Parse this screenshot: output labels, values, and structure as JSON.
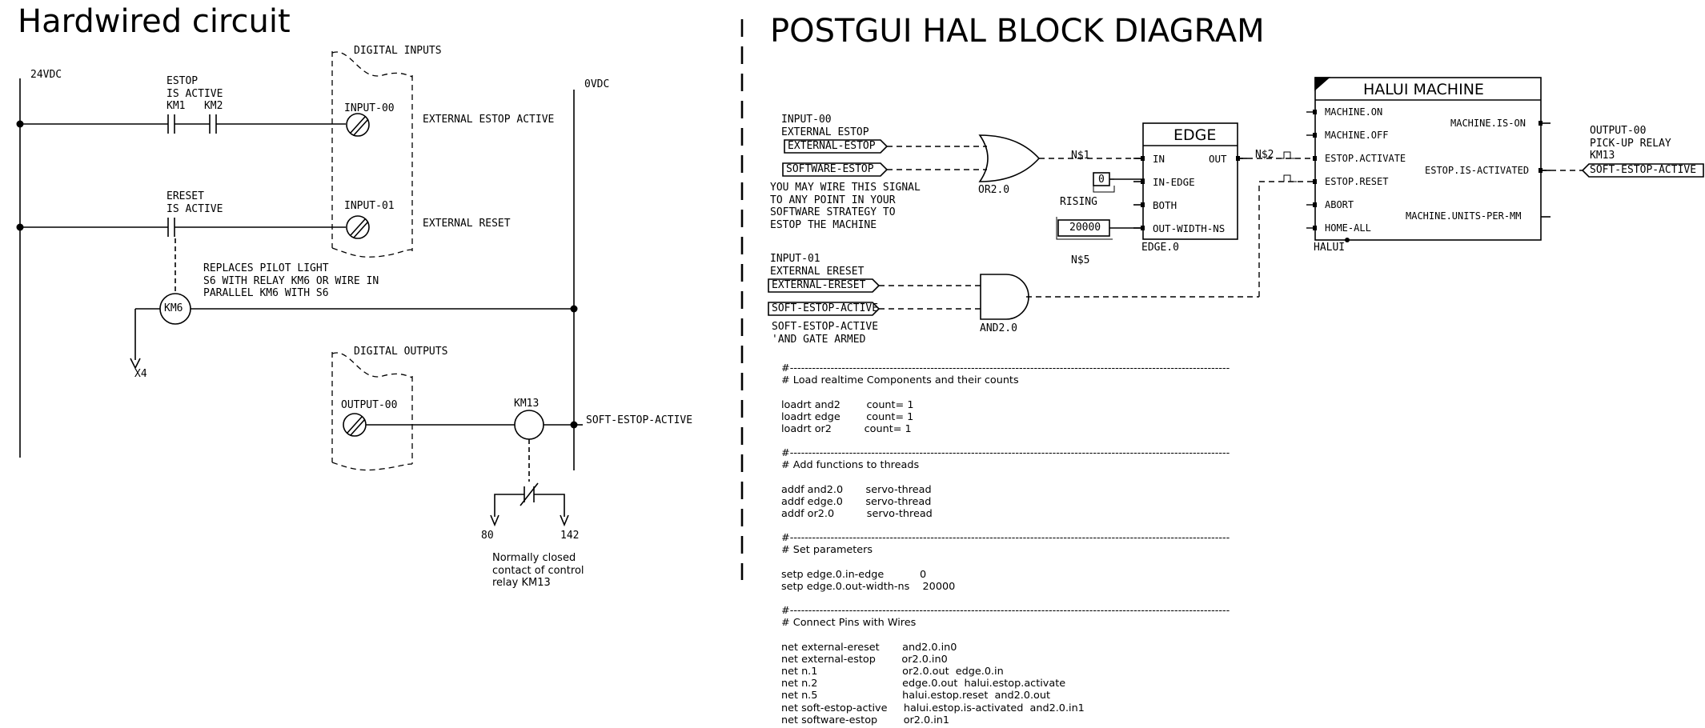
{
  "left": {
    "title": "Hardwired circuit",
    "rail_24v": "24VDC",
    "rail_0v": "0VDC",
    "estop_contact": "ESTOP\nIS ACTIVE\nKM1   KM2",
    "ereset_contact": "ERESET\nIS ACTIVE",
    "digital_inputs": "DIGITAL INPUTS",
    "input_00": "INPUT-00",
    "input_01": "INPUT-01",
    "external_estop_active": "EXTERNAL ESTOP ACTIVE",
    "external_reset": "EXTERNAL RESET",
    "replaces_note": "REPLACES PILOT LIGHT\nS6 WITH RELAY KM6 OR WIRE IN\nPARALLEL KM6 WITH S6",
    "km6": "KM6",
    "x4": "X4",
    "digital_outputs": "DIGITAL OUTPUTS",
    "output_00": "OUTPUT-00",
    "km13": "KM13",
    "soft_estop_active": "SOFT-ESTOP-ACTIVE",
    "terminal_80": "80",
    "terminal_142": "142",
    "nc_note": "Normally closed\ncontact of control\nrelay KM13"
  },
  "right": {
    "title": "POSTGUI HAL BLOCK DIAGRAM",
    "input00_label": "INPUT-00\nEXTERNAL ESTOP",
    "external_estop": "EXTERNAL-ESTOP",
    "software_estop": "SOFTWARE-ESTOP",
    "wire_note": "YOU MAY WIRE THIS SIGNAL\nTO ANY POINT IN YOUR\nSOFTWARE STRATEGY TO\nESTOP THE MACHINE",
    "or_gate": "OR2.0",
    "n1": "N$1",
    "n2": "N$2",
    "n5": "N$5",
    "in_edge_value": "0",
    "rising": "RISING",
    "out_width_value": "20000",
    "edge_title": "EDGE",
    "edge_in": "IN",
    "edge_out": "OUT",
    "edge_in_edge": "IN-EDGE",
    "edge_both": "BOTH",
    "edge_out_width": "OUT-WIDTH-NS",
    "edge_name": "EDGE.0",
    "input01_label": "INPUT-01\nEXTERNAL ERESET",
    "external_ereset": "EXTERNAL-ERESET",
    "soft_estop_active": "SOFT-ESTOP-ACTIVE",
    "and_note": "SOFT-ESTOP-ACTIVE\n'AND GATE ARMED",
    "and_gate": "AND2.0",
    "halui_title": "HALUI MACHINE",
    "halui_name": "HALUI",
    "halui_in_pins": [
      "MACHINE.ON",
      "MACHINE.OFF",
      "ESTOP.ACTIVATE",
      "ESTOP.RESET",
      "ABORT",
      "HOME-ALL"
    ],
    "halui_out_pins": [
      "MACHINE.IS-ON",
      "ESTOP.IS-ACTIVATED",
      "MACHINE.UNITS-PER-MM"
    ],
    "output00_label": "OUTPUT-00\nPICK-UP RELAY\nKM13",
    "soft_estop_active_out": "SOFT-ESTOP-ACTIVE"
  },
  "code": {
    "block1": "#-----------------------------------------------------------------------------------------------------------------------\n# Load realtime Components and their counts\n\nloadrt and2        count= 1\nloadrt edge        count= 1\nloadrt or2          count= 1",
    "block2": "#-----------------------------------------------------------------------------------------------------------------------\n# Add functions to threads\n\naddf and2.0       servo-thread\naddf edge.0       servo-thread\naddf or2.0          servo-thread",
    "block3": "#-----------------------------------------------------------------------------------------------------------------------\n# Set parameters\n\nsetp edge.0.in-edge           0\nsetp edge.0.out-width-ns    20000",
    "block4": "#-----------------------------------------------------------------------------------------------------------------------\n# Connect Pins with Wires\n\nnet external-ereset       and2.0.in0\nnet external-estop        or2.0.in0\nnet n.1                          or2.0.out  edge.0.in\nnet n.2                          edge.0.out  halui.estop.activate\nnet n.5                          halui.estop.reset  and2.0.out\nnet soft-estop-active     halui.estop.is-activated  and2.0.in1\nnet software-estop        or2.0.in1"
  }
}
